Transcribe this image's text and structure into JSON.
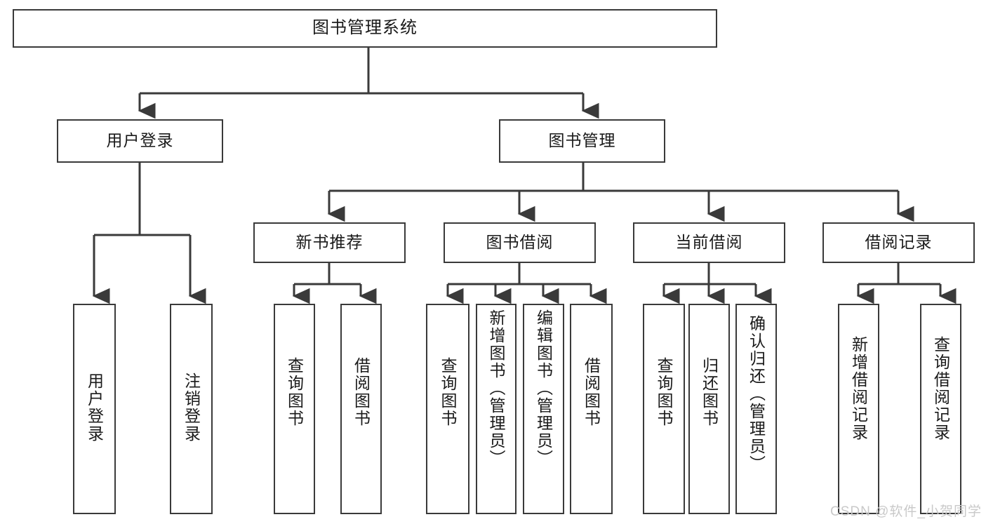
{
  "diagram": {
    "title": "图书管理系统",
    "type": "tree",
    "watermark": "CSDN @软件_小贺同学",
    "colors": {
      "box_border": "#3a3a3a",
      "box_fill": "#ffffff",
      "line": "#3a3a3a",
      "text": "#1a1a1a",
      "watermark": "#c9c9c9"
    },
    "root": {
      "label": "图书管理系统"
    },
    "level2": [
      {
        "label": "用户登录"
      },
      {
        "label": "图书管理"
      }
    ],
    "level3": [
      {
        "label": "新书推荐"
      },
      {
        "label": "图书借阅"
      },
      {
        "label": "当前借阅"
      },
      {
        "label": "借阅记录"
      }
    ],
    "leaves": {
      "user_login": [
        {
          "label": "用户登录"
        },
        {
          "label": "注销登录"
        }
      ],
      "new_book": [
        {
          "label": "查询图书"
        },
        {
          "label": "借阅图书"
        }
      ],
      "book_borrow": [
        {
          "label": "查询图书"
        },
        {
          "label": "新增图书（管理员）"
        },
        {
          "label": "编辑图书（管理员）"
        },
        {
          "label": "借阅图书"
        }
      ],
      "current_borrow": [
        {
          "label": "查询图书"
        },
        {
          "label": "归还图书"
        },
        {
          "label": "确认归还（管理员）"
        }
      ],
      "borrow_record": [
        {
          "label": "新增借阅记录"
        },
        {
          "label": "查询借阅记录"
        }
      ]
    }
  }
}
